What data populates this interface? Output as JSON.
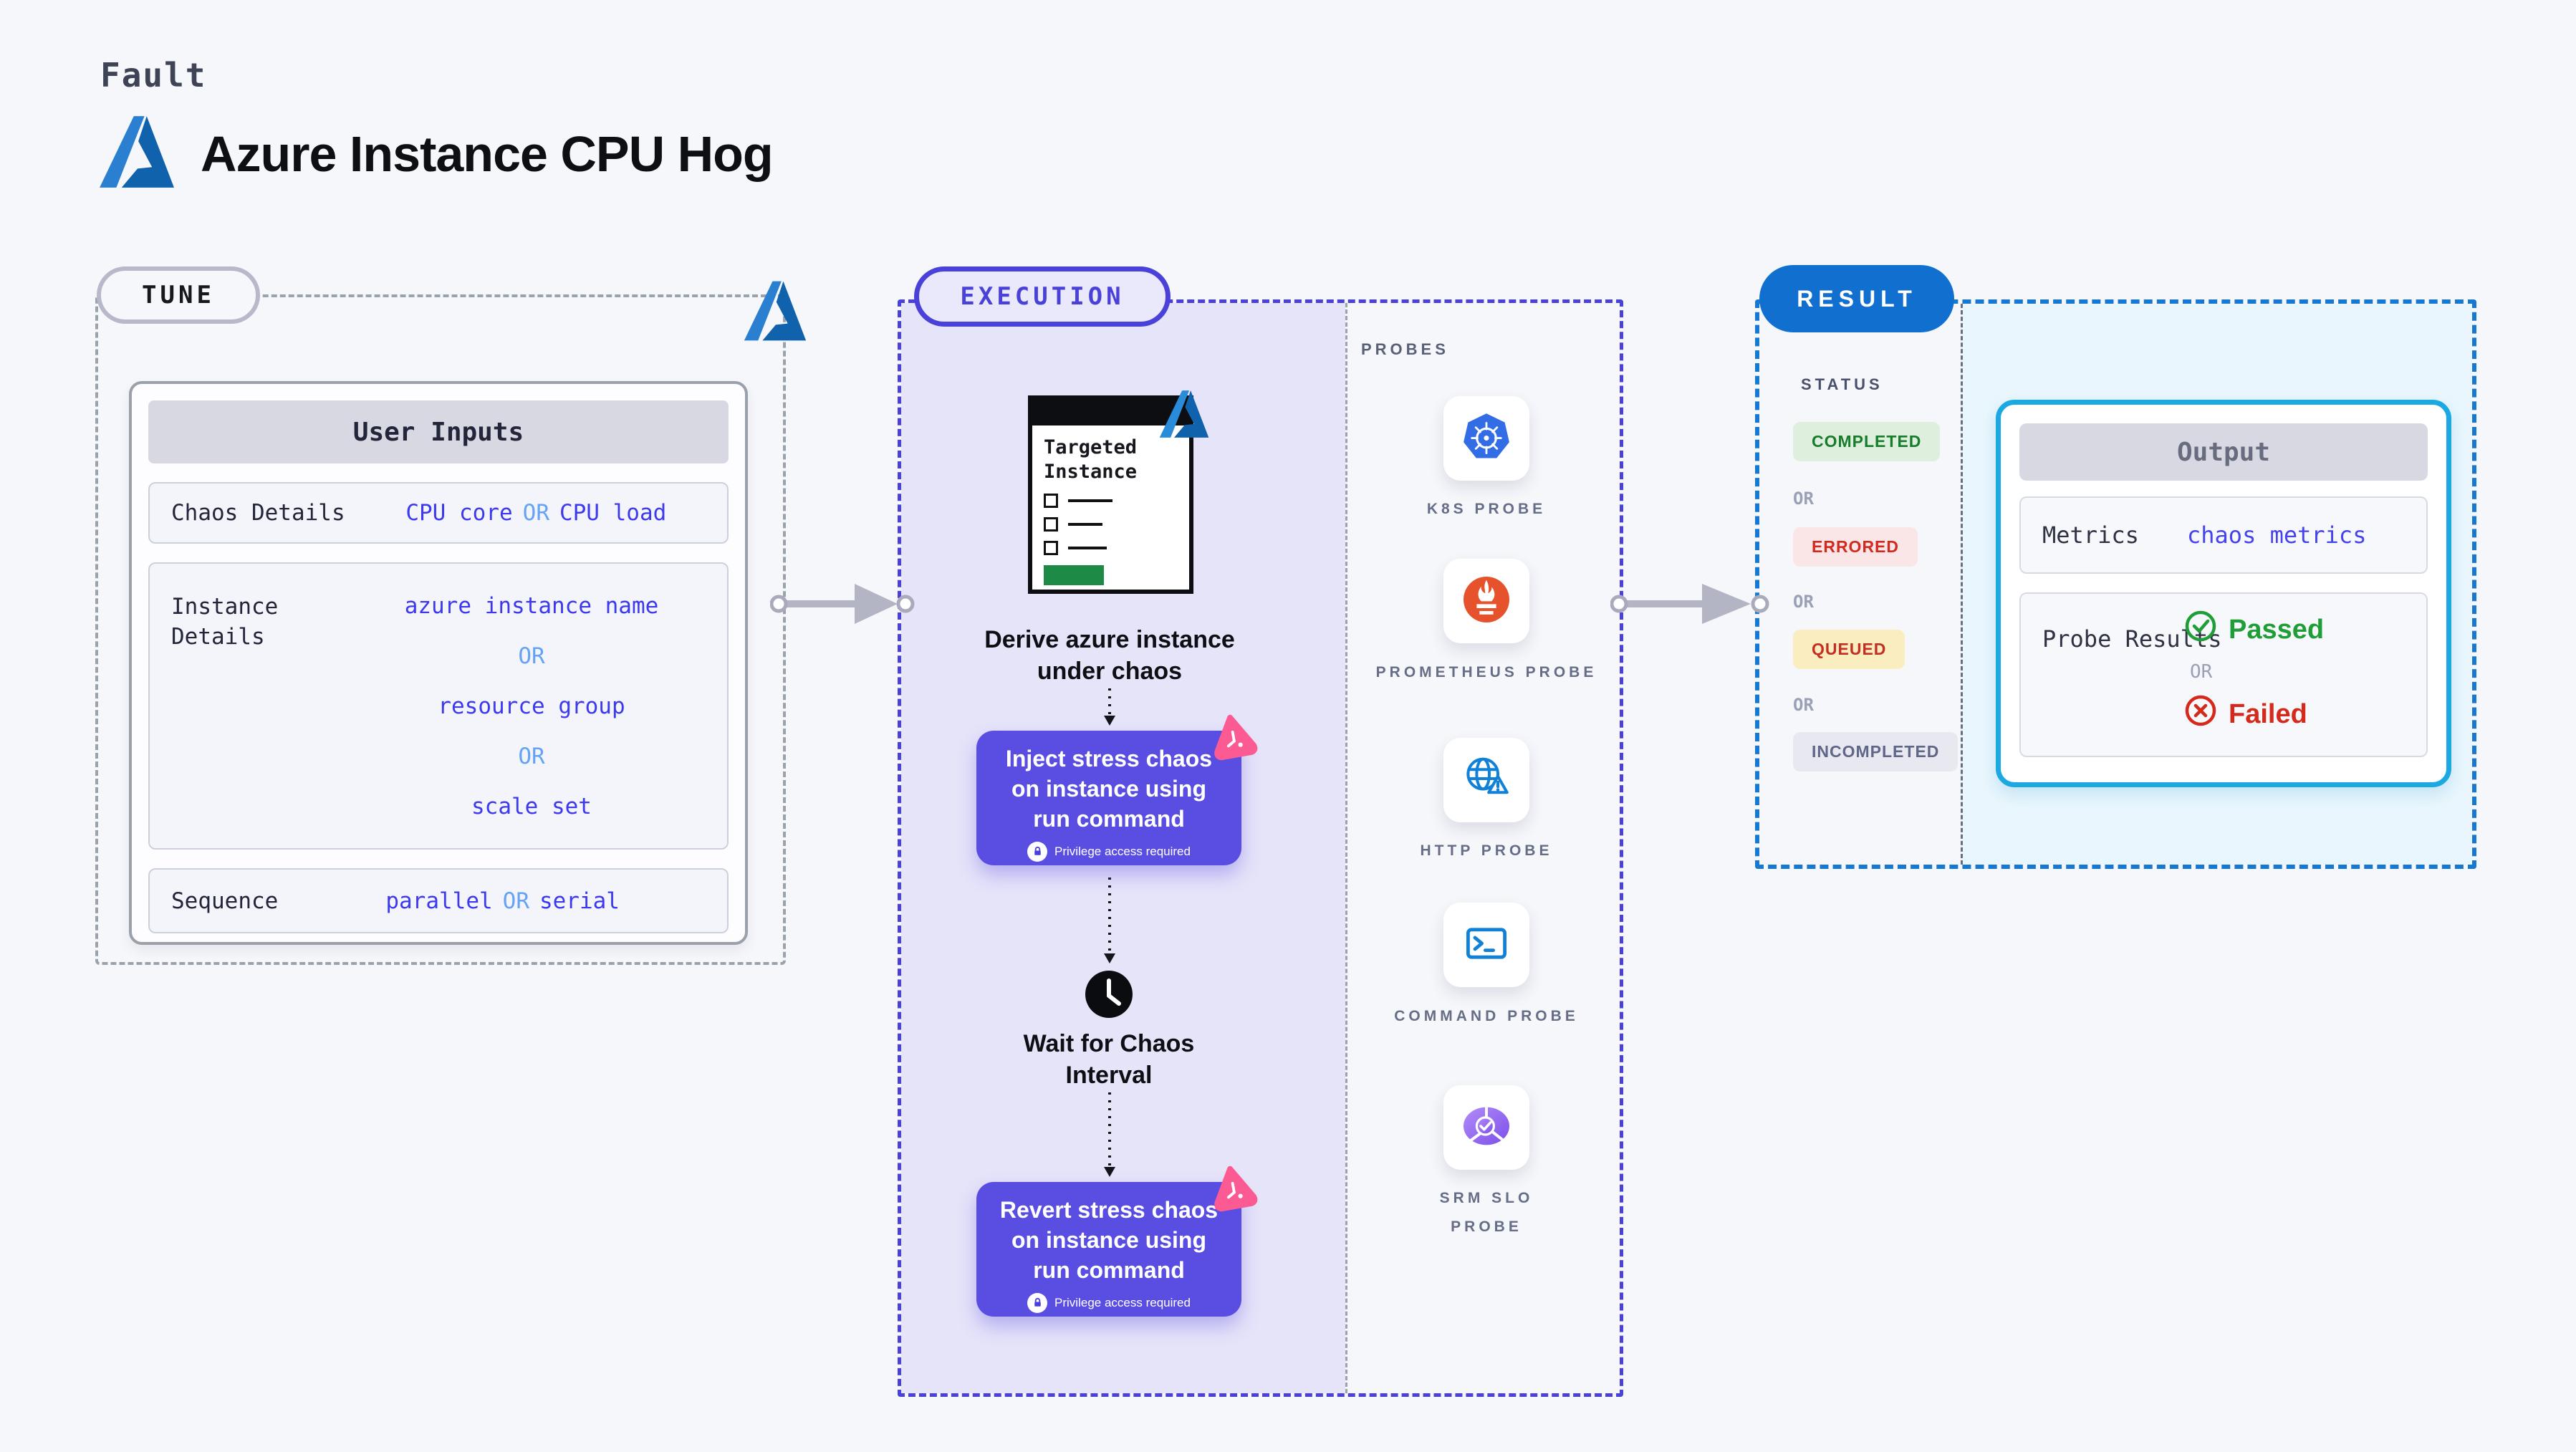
{
  "header": {
    "eyebrow": "Fault",
    "title": "Azure Instance CPU Hog"
  },
  "tune": {
    "label": "TUNE",
    "user_inputs_title": "User Inputs",
    "chaos_details": {
      "label": "Chaos Details",
      "option1": "CPU core",
      "or": "OR",
      "option2": "CPU load"
    },
    "instance_details": {
      "label": "Instance Details",
      "option1": "azure instance name",
      "or1": "OR",
      "option2": "resource group",
      "or2": "OR",
      "option3": "scale set"
    },
    "sequence": {
      "label": "Sequence",
      "option1": "parallel",
      "or": "OR",
      "option2": "serial"
    }
  },
  "execution": {
    "label": "EXECUTION",
    "targeted_instance": {
      "line1": "Targeted",
      "line2": "Instance"
    },
    "derive_text": "Derive azure instance under chaos",
    "inject": {
      "text": "Inject stress chaos on instance using run command",
      "privilege": "Privilege access required"
    },
    "wait_text": "Wait for Chaos Interval",
    "revert": {
      "text": "Revert stress chaos on instance using run command",
      "privilege": "Privilege access required"
    }
  },
  "probes": {
    "label": "PROBES",
    "items": [
      {
        "name": "K8S PROBE",
        "icon": "kubernetes-icon"
      },
      {
        "name": "PROMETHEUS PROBE",
        "icon": "prometheus-icon"
      },
      {
        "name": "HTTP PROBE",
        "icon": "globe-warning-icon"
      },
      {
        "name": "COMMAND PROBE",
        "icon": "terminal-icon"
      },
      {
        "name": "SRM SLO PROBE",
        "icon": "slo-donut-check-icon"
      }
    ]
  },
  "result": {
    "label": "RESULT",
    "status": {
      "label": "STATUS",
      "separator": "OR",
      "badges": [
        "COMPLETED",
        "ERRORED",
        "QUEUED",
        "INCOMPLETED"
      ]
    },
    "output": {
      "title": "Output",
      "metrics_label": "Metrics",
      "metrics_value": "chaos metrics",
      "probe_results_label": "Probe Results",
      "passed": "Passed",
      "or": "OR",
      "failed": "Failed"
    }
  },
  "colors": {
    "background": "#f6f7fb",
    "execution_accent": "#4a42d8",
    "execution_fill": "#e6e4f9",
    "action_button": "#5a4ee2",
    "chaos_pink": "#fb5a93",
    "result_blue": "#1170cf",
    "output_border": "#1ca9e2",
    "value_blue": "#3d39ee",
    "or_blue": "#64a3f6",
    "passed_green": "#1f9e37",
    "failed_red": "#d5291b",
    "queued_bg": "#faeec0",
    "errored_bg": "#fae6e7",
    "completed_bg": "#def0dd",
    "incompleted_bg": "#e7e8f0",
    "azure_blue": "#2a7fd0"
  }
}
